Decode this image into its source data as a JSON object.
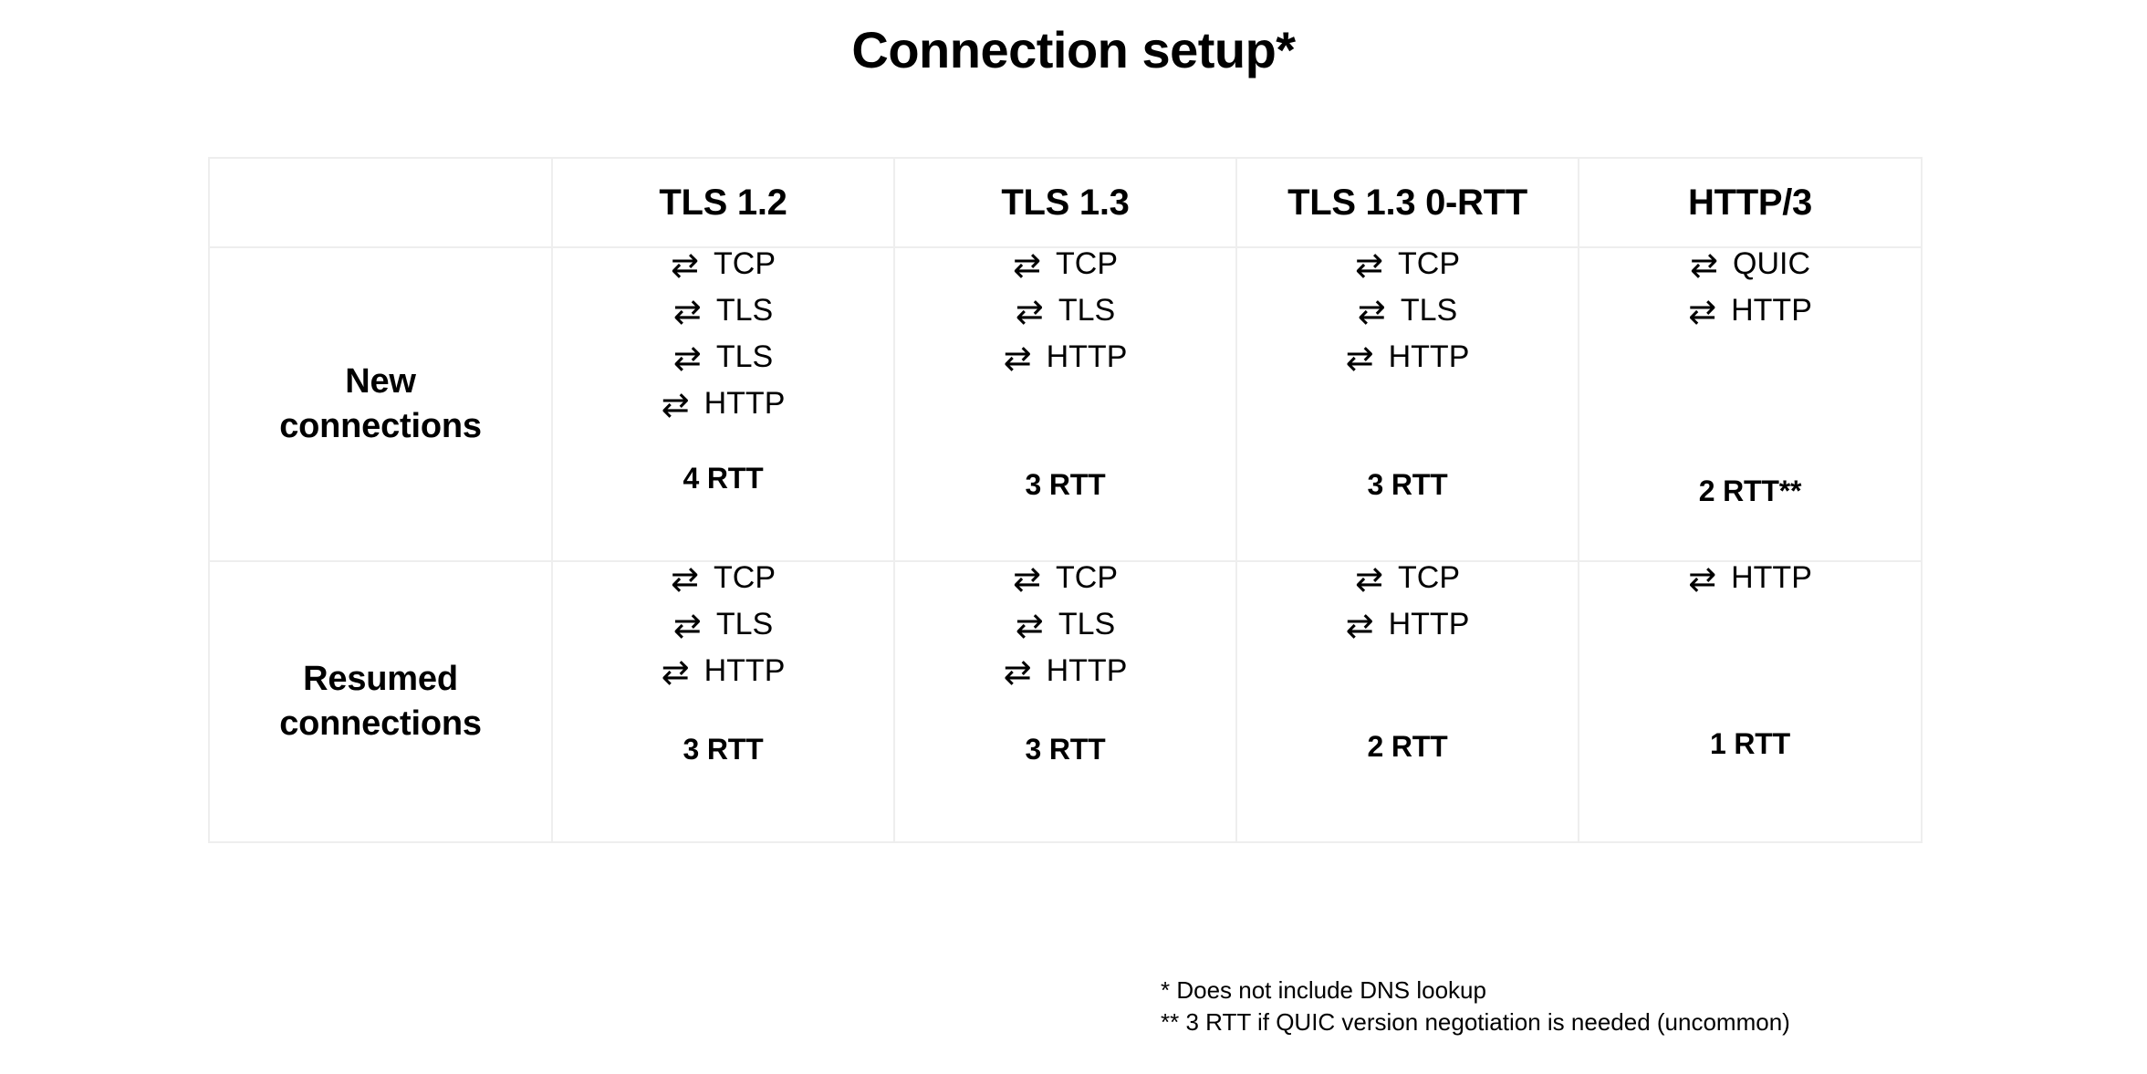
{
  "title": "Connection setup*",
  "colors": {
    "background": "#ffffff",
    "text": "#000000",
    "border": "#eeeeee"
  },
  "table": {
    "corner_label": "",
    "columns": [
      "TLS 1.2",
      "TLS 1.3",
      "TLS 1.3 0-RTT",
      "HTTP/3"
    ],
    "arrow_icon": "⇄",
    "rows": [
      {
        "label_line1": "New",
        "label_line2": "connections",
        "cells": [
          {
            "steps": [
              "TCP",
              "TLS",
              "TLS",
              "HTTP"
            ],
            "rtt": "4 RTT"
          },
          {
            "steps": [
              "TCP",
              "TLS",
              "HTTP"
            ],
            "rtt": "3 RTT"
          },
          {
            "steps": [
              "TCP",
              "TLS",
              "HTTP"
            ],
            "rtt": "3 RTT"
          },
          {
            "steps": [
              "QUIC",
              "HTTP"
            ],
            "rtt": "2 RTT**"
          }
        ]
      },
      {
        "label_line1": "Resumed",
        "label_line2": "connections",
        "cells": [
          {
            "steps": [
              "TCP",
              "TLS",
              "HTTP"
            ],
            "rtt": "3 RTT"
          },
          {
            "steps": [
              "TCP",
              "TLS",
              "HTTP"
            ],
            "rtt": "3 RTT"
          },
          {
            "steps": [
              "TCP",
              "HTTP"
            ],
            "rtt": "2 RTT"
          },
          {
            "steps": [
              "HTTP"
            ],
            "rtt": "1 RTT"
          }
        ]
      }
    ]
  },
  "footnotes": [
    "* Does not include DNS lookup",
    "** 3 RTT if QUIC version negotiation is needed (uncommon)"
  ]
}
